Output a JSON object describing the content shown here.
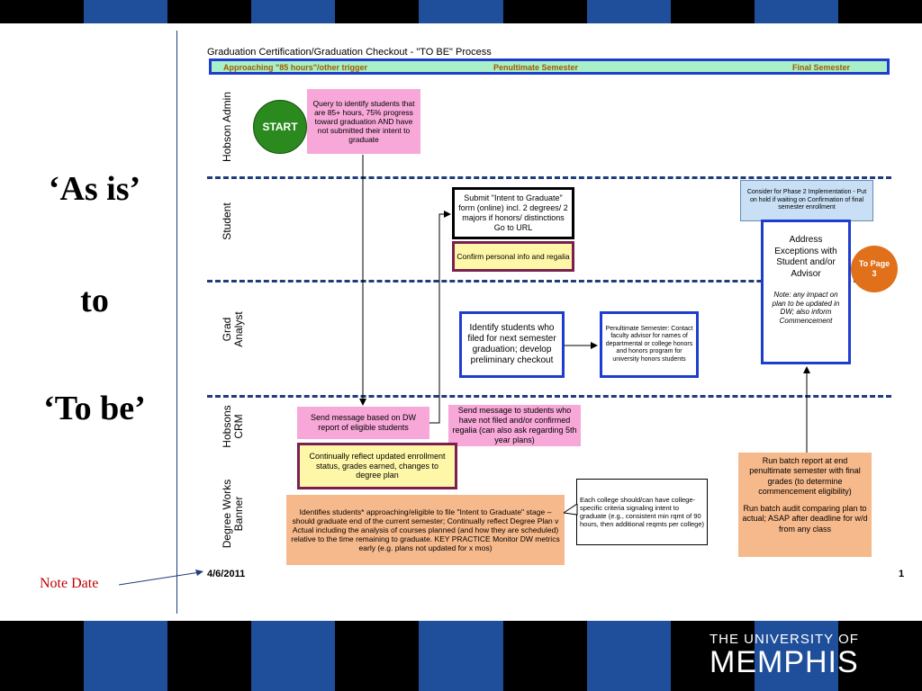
{
  "left": {
    "line1": "‘As is’",
    "line2": "to",
    "line3": "‘To be’",
    "note_date": "Note Date"
  },
  "diagram": {
    "title": "Graduation Certification/Graduation Checkout - \"TO BE\" Process",
    "phases": [
      "Approaching \"85 hours\"/other trigger",
      "Penultimate Semester",
      "Final Semester"
    ],
    "lanes": [
      "Hobson Admin",
      "Student",
      "Grad Analyst",
      "Hobsons CRM",
      "Degree Works Banner"
    ],
    "start": "START",
    "query_box": "Query to identify students that are 85+ hours, 75% progress toward graduation AND have not submitted their intent to graduate",
    "submit_box": "Submit \"Intent to Graduate\" form (online) incl. 2 degrees/ 2 majors if honors/ distinctions Go to URL",
    "confirm_box": "Confirm personal info and regalia",
    "phase2_box": "Consider for Phase 2 Implementation - Put on hold if waiting on Confirmation of final semester enrollment",
    "address_box": "Address Exceptions with Student and/or Advisor",
    "address_note": "Note: any impact on plan to be updated in DW; also inform Commencement",
    "to_page": "To Page 3",
    "identify_box": "Identify students who filed for next semester graduation; develop preliminary checkout",
    "penultimate_box": "Penultimate Semester: Contact faculty advisor for names of departmental or college honors and honors program for university honors students",
    "send_dw_box": "Send message based on DW report of eligible students",
    "send_notfiled_box": "Send message to students who have not filed and/or confirmed regalia (can also ask regarding 5th year plans)",
    "continually_box": "Continually reflect updated enrollment status, grades earned, changes to degree plan",
    "identifies_box": "Identifies students* approaching/eligible to file \"Intent to Graduate\" stage – should graduate end of the current semester; Continually reflect Degree Plan v Actual including the analysis of courses planned (and how they are scheduled) relative to the time remaining to graduate. KEY PRACTICE Monitor DW metrics early (e.g. plans not updated for x mos)",
    "college_box": "Each college should/can have college-specific criteria signaling intent to graduate (e.g., consistent min rqmt of 90 hours, then additional reqmts per college)",
    "batch_box_1": "Run batch report at end penultimate semester with final grades (to determine commencement eligibility)",
    "batch_box_2": "Run batch audit comparing plan to actual; ASAP after deadline for w/d from any class",
    "date": "4/6/2011",
    "page_number": "1"
  },
  "footer": {
    "logo_line1": "THE UNIVERSITY OF",
    "logo_line2": "MEMPHIS"
  },
  "colors": {
    "stripe_blue": "#1f4f9a",
    "pink": "#f7a8d8",
    "orange": "#f6b98c",
    "yellow": "#fff7a8",
    "start_green": "#2a8a1e",
    "to_page_orange": "#e0701a",
    "phase_bar": "#a8f0c8",
    "note_red": "#c00000"
  }
}
